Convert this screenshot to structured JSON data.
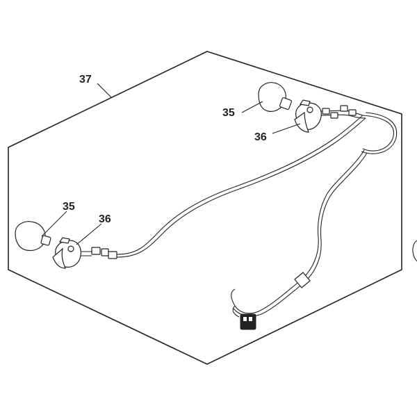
{
  "callouts": {
    "assembly": "37",
    "bulb_right": "35",
    "socket_right": "36",
    "bulb_left": "35",
    "socket_left": "36"
  }
}
